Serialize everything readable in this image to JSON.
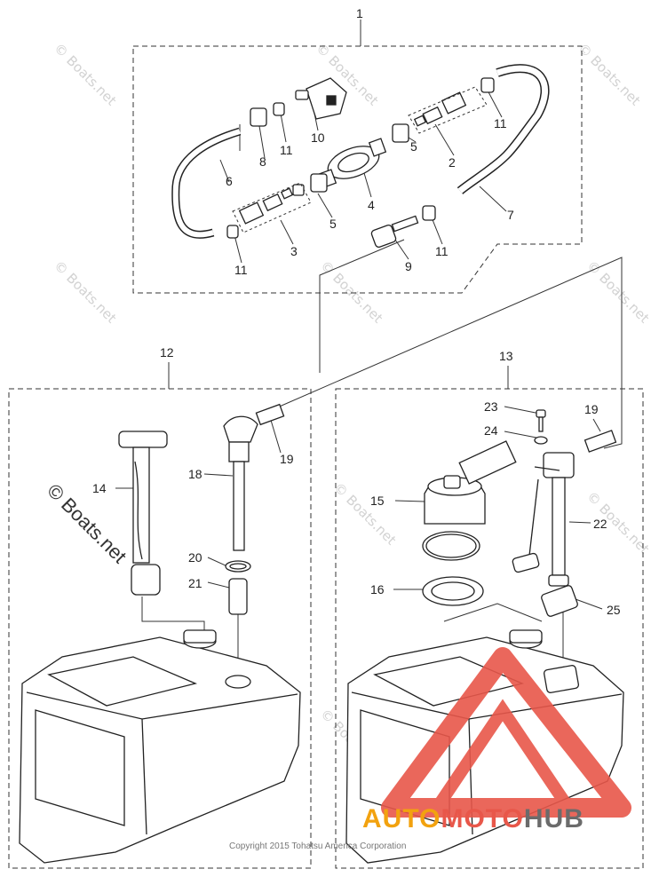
{
  "watermark": {
    "text": "© Boats.net",
    "large_text": "© Boats.net"
  },
  "copyright": "Copyright 2015 Tohatsu America Corporation",
  "brand": {
    "part1": "AUTO",
    "part2": "MOTO",
    "part3": "HUB",
    "colors": {
      "auto": "#f2a20f",
      "moto": "#e8574a",
      "hub": "#6b6b6b",
      "logo": "#e8574a"
    }
  },
  "callouts": {
    "c1": "1",
    "c2": "2",
    "c3": "3",
    "c4": "4",
    "c5a": "5",
    "c5b": "5",
    "c6": "6",
    "c7": "7",
    "c8": "8",
    "c9": "9",
    "c10": "10",
    "c11a": "11",
    "c11b": "11",
    "c11c": "11",
    "c11d": "11",
    "c12": "12",
    "c13": "13",
    "c14": "14",
    "c15": "15",
    "c16": "16",
    "c18": "18",
    "c19a": "19",
    "c19b": "19",
    "c20": "20",
    "c21": "21",
    "c22": "22",
    "c23": "23",
    "c24": "24",
    "c25": "25"
  }
}
